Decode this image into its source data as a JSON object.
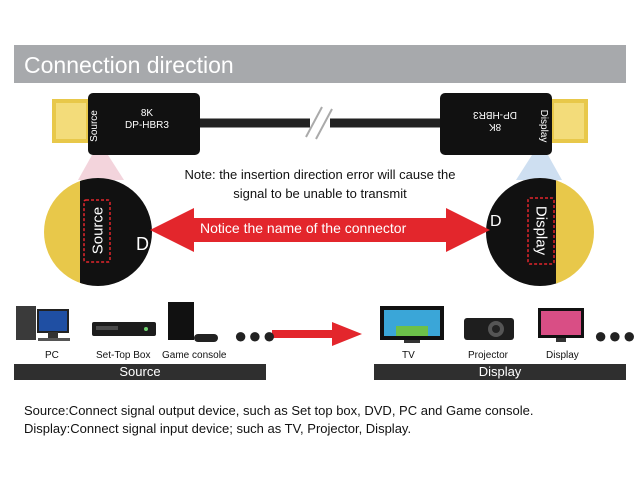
{
  "header": {
    "title": "Connection direction"
  },
  "cable": {
    "left_plug": {
      "side_label": "Source",
      "line1": "8K",
      "line2": "DP-HBR3"
    },
    "right_plug": {
      "side_label": "Display",
      "line1": "8K",
      "line2": "DP-HBR3"
    }
  },
  "note": {
    "line1": "Note: the insertion direction error will cause the",
    "line2": "signal to be unable to transmit"
  },
  "zoom": {
    "left_label": "Source",
    "right_label": "Display",
    "arrow_text": "Notice the name of the connector"
  },
  "devices": {
    "source": [
      "PC",
      "Set-Top Box",
      "Game console"
    ],
    "display": [
      "TV",
      "Projector",
      "Display"
    ],
    "more": "●●●"
  },
  "bars": {
    "source": "Source",
    "display": "Display"
  },
  "description": {
    "line1": "Source:Connect signal output device, such as Set top box, DVD, PC and Game console.",
    "line2": "Display:Connect signal input device; such as TV, Projector, Display."
  },
  "colors": {
    "accent_red": "#e3262c",
    "banner_gray": "#a7a9ac",
    "bar_dark": "#2f2f2f",
    "gold": "#e8c84a"
  }
}
